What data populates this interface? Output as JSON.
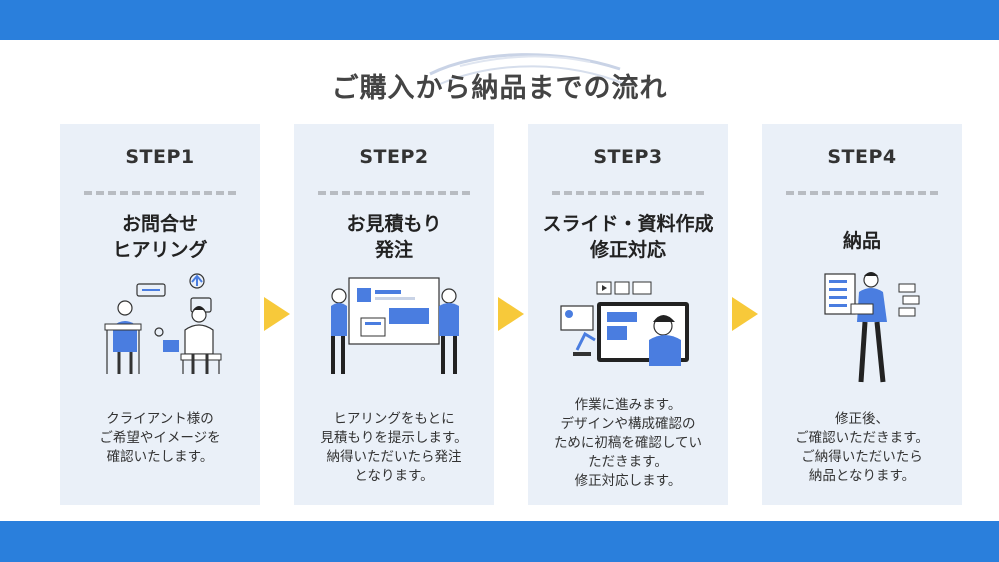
{
  "colors": {
    "band": "#2a7fdc",
    "card": "#eaf0f8",
    "accent_blue": "#4a7de0",
    "arrow": "#f7c93a"
  },
  "title": "ご購入から納品までの流れ",
  "steps": [
    {
      "step": "STEP1",
      "heading": [
        "お問合せ",
        "ヒアリング"
      ],
      "icon": "consultation-illustration",
      "desc": [
        "クライアント様の",
        "ご希望やイメージを",
        "確認いたします。"
      ]
    },
    {
      "step": "STEP2",
      "heading": [
        "お見積もり",
        "発注"
      ],
      "icon": "estimate-illustration",
      "desc": [
        "ヒアリングをもとに",
        "見積もりを提示します。",
        "納得いただいたら発注",
        "となります。"
      ]
    },
    {
      "step": "STEP3",
      "heading": [
        "スライド・資料作成",
        "修正対応"
      ],
      "icon": "design-work-illustration",
      "desc": [
        "作業に進みます。",
        "デザインや構成確認の",
        "ために初稿を確認してい",
        "ただきます。",
        "修正対応します。"
      ]
    },
    {
      "step": "STEP4",
      "heading": [
        "納品"
      ],
      "icon": "delivery-illustration",
      "desc": [
        "修正後、",
        "ご確認いただきます。",
        "ご納得いただいたら",
        "納品となります。"
      ]
    }
  ],
  "arrow_icon": "triangle-right-icon"
}
